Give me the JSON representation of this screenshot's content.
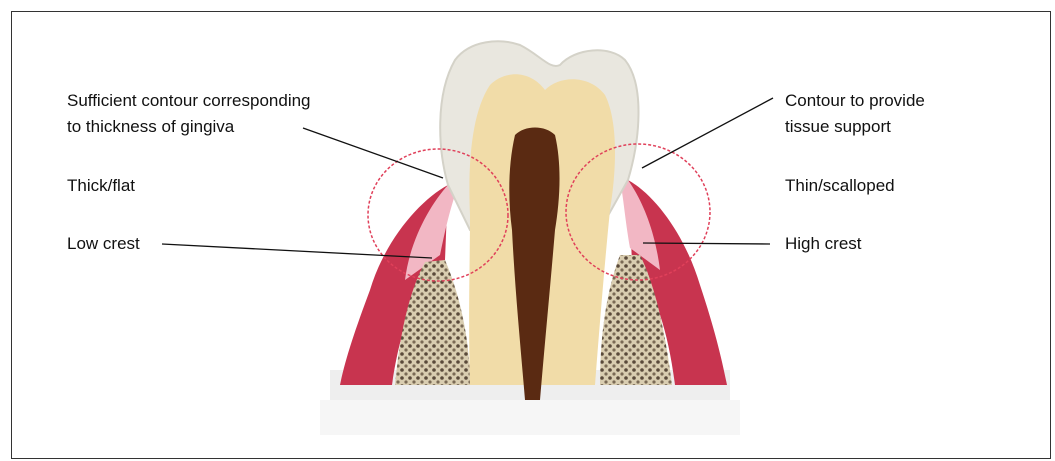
{
  "labels": {
    "left_top_line1": "Sufficient contour corresponding",
    "left_top_line2": "to thickness of gingiva",
    "left_type": "Thick/flat",
    "left_crest": "Low crest",
    "right_top_line1": "Contour to provide",
    "right_top_line2": "tissue support",
    "right_type": "Thin/scalloped",
    "right_crest": "High crest"
  },
  "colors": {
    "enamel": "#e9e7df",
    "dentin": "#f1dca8",
    "pulp": "#5a2a12",
    "gingiva": "#c8344f",
    "gingiva_light": "#f2b7c4",
    "bone": "#b8a88a",
    "circle": "#e0405a"
  }
}
